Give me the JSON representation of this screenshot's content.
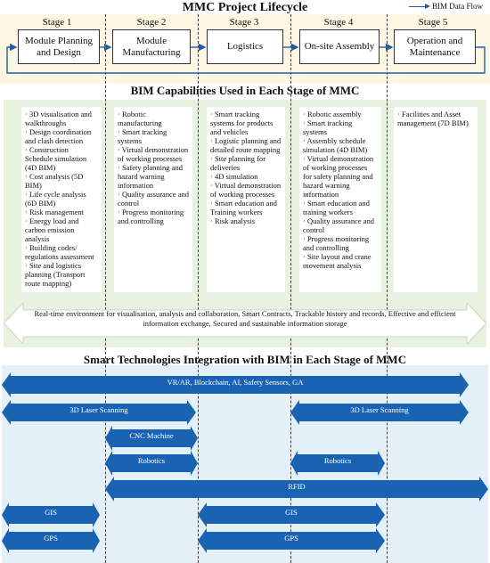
{
  "legend": {
    "label": "BIM Data Flow"
  },
  "lifecycle": {
    "title": "MMC Project Lifecycle",
    "stages": [
      {
        "header": "Stage 1",
        "name": "Module Planning and Design"
      },
      {
        "header": "Stage 2",
        "name": "Module Manufacturing"
      },
      {
        "header": "Stage 3",
        "name": "Logistics"
      },
      {
        "header": "Stage 4",
        "name": "On-site Assembly"
      },
      {
        "header": "Stage 5",
        "name": "Operation and Maintenance"
      }
    ]
  },
  "capabilities": {
    "title": "BIM Capabilities Used in Each Stage of MMC",
    "columns": [
      [
        "· 3D visualisation and walkthroughs",
        "· Design coordination and clash detection",
        "· Construction Schedule simulation (4D BIM)",
        "· Cost analysis (5D BIM)",
        "· Life cycle analysis (6D BIM)",
        "· Risk management",
        "· Energy load and carbon emission analysis",
        "· Building codes/ regulations assessment",
        "· Site and logistics planning (Transport route mapping)"
      ],
      [
        "· Robotic manufacturing",
        "· Smart tracking systems",
        "· Virtual demonstration of working processes",
        "· Safety planning and hazard warning information",
        "· Quality assurance and control",
        "· Progress monitoring and controlling"
      ],
      [
        "· Smart tracking systems for products and vehicles",
        "· Logistic planning and detailed route mapping",
        "· Site planning for deliveries",
        "· 4D simulation",
        "· Virtual demonstration of working processes",
        "· Smart education and Training workers",
        "· Risk analysis"
      ],
      [
        "· Robotic assembly",
        "· Smart tracking systems",
        "· Assembly schedule simulation (4D BIM)",
        "· Virtual demonstration of working processes for safety planning and hazard warning information",
        "· Smart education and training workers",
        "· Quality assurance and control",
        "· Progress monitoring and controlling",
        "· Site layout and crane movement analysis"
      ],
      [
        "· Facilities and Asset management (7D BIM)"
      ]
    ],
    "common": "Real-time environment for visualisation, analysis and collaboration, Smart Contracts, Trackable history and records, Effective and efficient information exchange, Secured and sustainable information storage"
  },
  "technologies": {
    "title": "Smart Technologies Integration with BIM in Each Stage of MMC",
    "bars": [
      {
        "label": "VR/AR, Blockchain, AI, Safety Sensors, GA"
      },
      {
        "label": "3D Laser Scanning"
      },
      {
        "label": "3D Laser Scanning"
      },
      {
        "label": "CNC Machine"
      },
      {
        "label": "Robotics"
      },
      {
        "label": "Robotics"
      },
      {
        "label": "RFID"
      },
      {
        "label": "GIS"
      },
      {
        "label": "GIS"
      },
      {
        "label": "GPS"
      },
      {
        "label": "GPS"
      }
    ]
  },
  "colors": {
    "arrow": "#1a63b3",
    "arrow_dark": "#0f4f97",
    "flow": "#1f5fa8"
  }
}
